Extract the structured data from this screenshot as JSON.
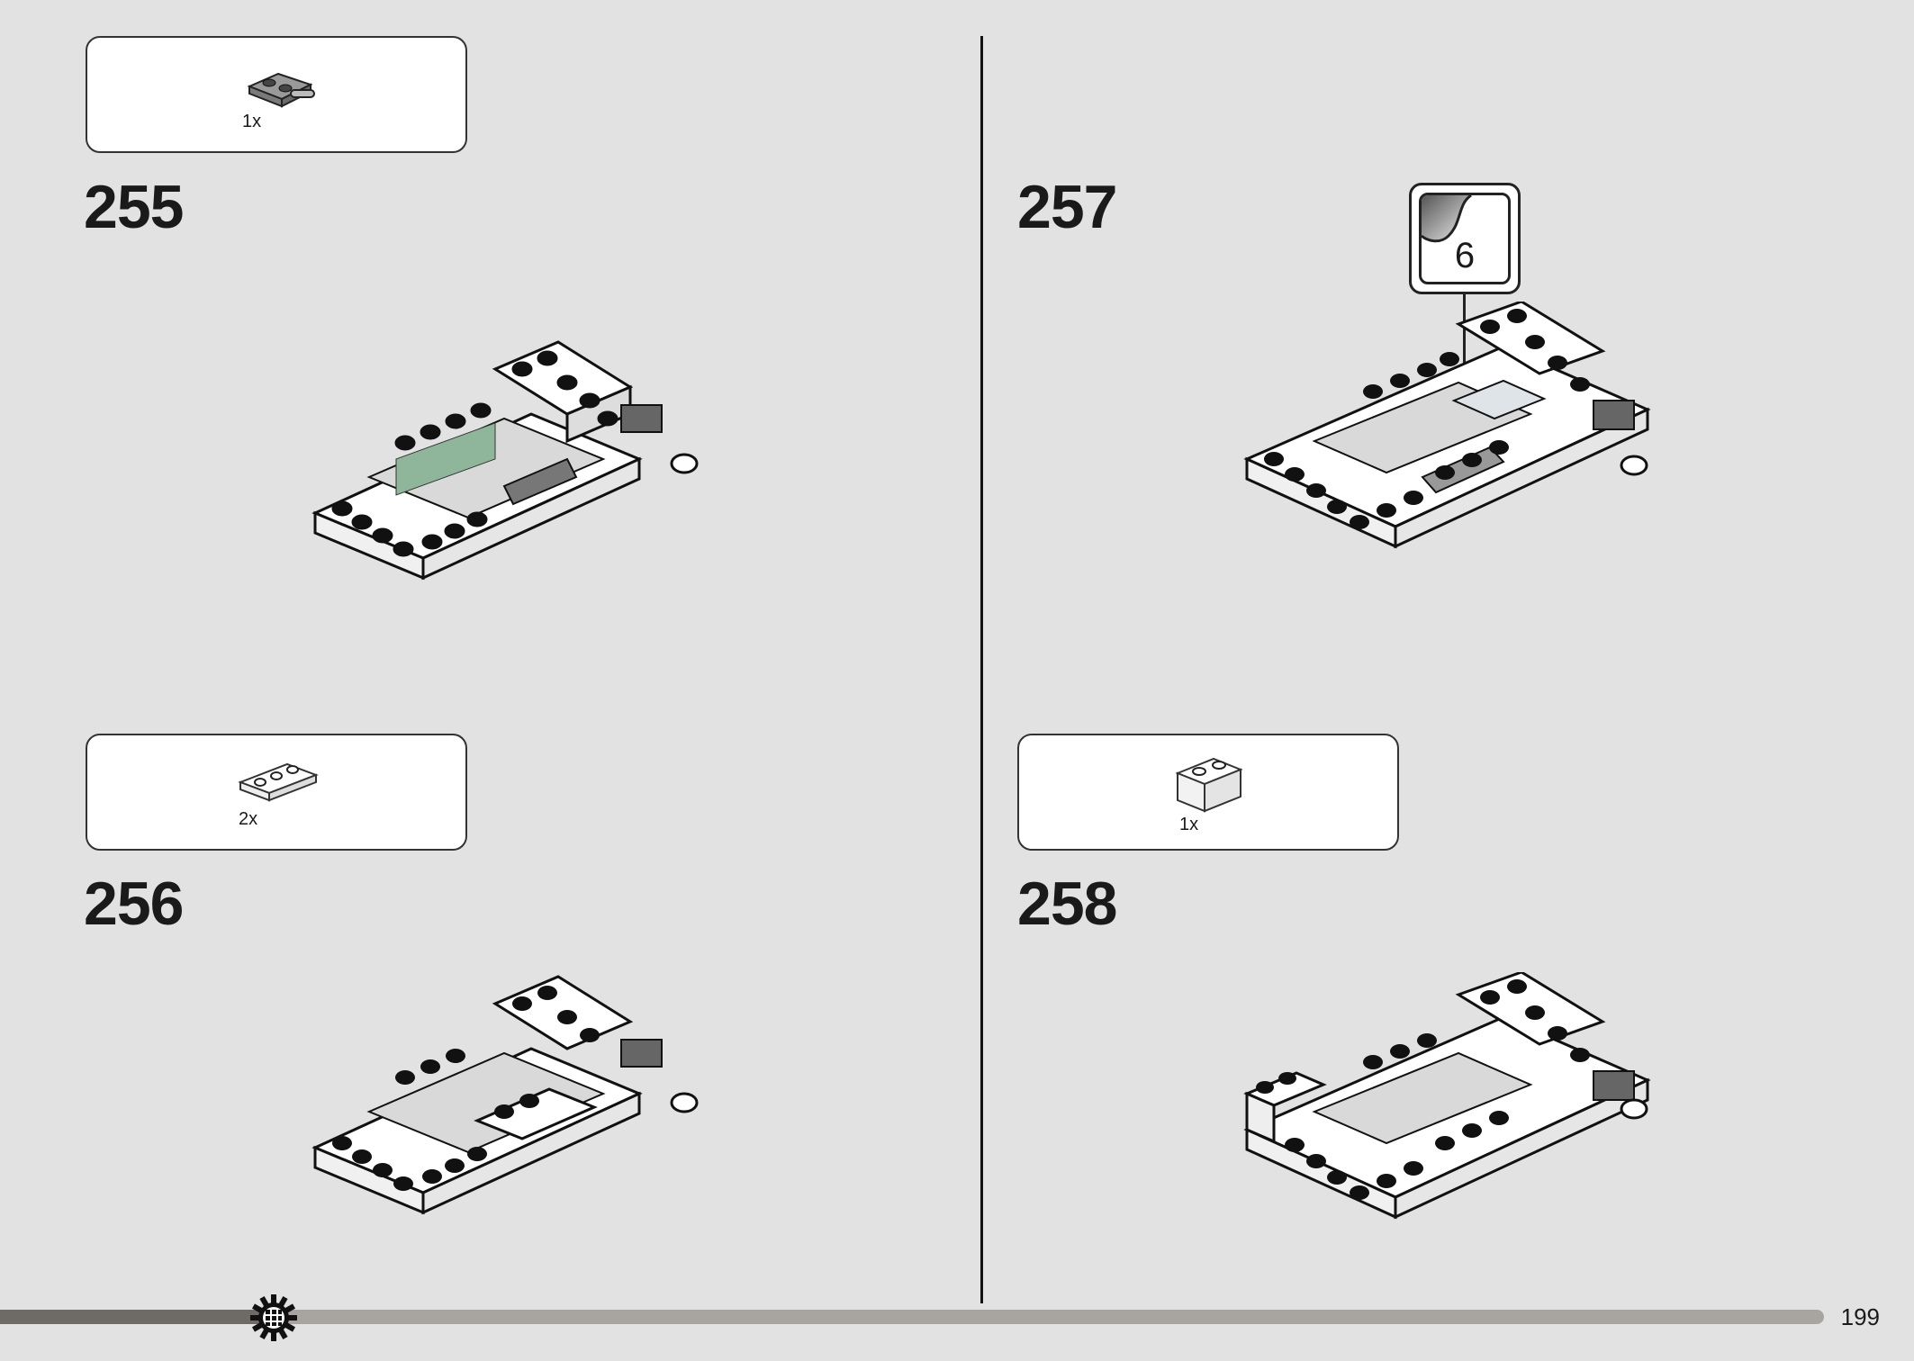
{
  "steps": [
    {
      "number": "255",
      "part_qty": "1x",
      "part_icon": "plate-1x2-with-handle-icon"
    },
    {
      "number": "256",
      "part_qty": "2x",
      "part_icon": "plate-1x3-icon"
    },
    {
      "number": "257",
      "sticker_number": "6",
      "sticker_icon": "sticker-sheet-icon"
    },
    {
      "number": "258",
      "part_qty": "1x",
      "part_icon": "brick-1x2-icon"
    }
  ],
  "footer": {
    "page_number": "199",
    "progress": 0.15
  },
  "colors": {
    "background": "#e2e2e2",
    "brick_white": "#ffffff",
    "brick_gray": "#8c8c8c",
    "outline": "#1a1a1a"
  }
}
